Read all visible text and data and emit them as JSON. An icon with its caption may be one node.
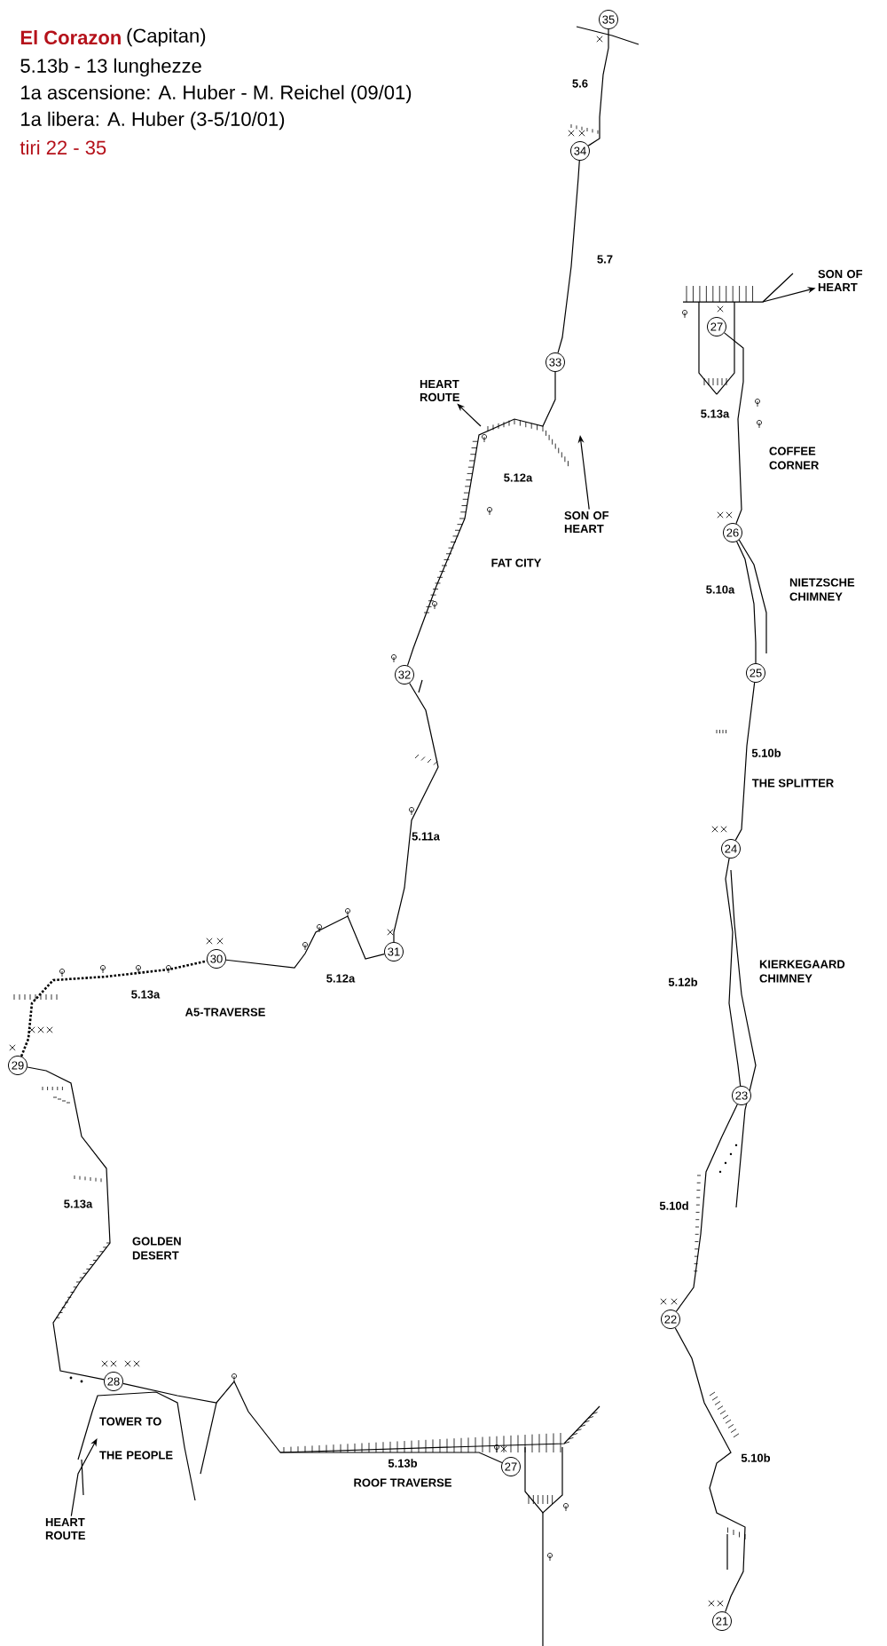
{
  "diagram": {
    "title": "El Corazon",
    "nodes": [
      {
        "text": [
          "21"
        ]
      },
      {
        "text": [
          "22"
        ]
      },
      {
        "text": [
          "23"
        ]
      },
      {
        "text": [
          "24"
        ]
      },
      {
        "text": [
          "25"
        ]
      },
      {
        "text": [
          "26"
        ]
      },
      {
        "text": [
          "27"
        ]
      },
      {
        "text": [
          "27"
        ]
      },
      {
        "text": [
          "28"
        ]
      },
      {
        "text": [
          "29"
        ]
      },
      {
        "text": [
          "30"
        ]
      },
      {
        "text": [
          "31"
        ]
      },
      {
        "text": [
          "32"
        ]
      },
      {
        "text": [
          "33"
        ]
      },
      {
        "text": [
          "34"
        ]
      },
      {
        "text": [
          "35"
        ]
      },
      {
        "text": [
          "SON OF HEART"
        ]
      },
      {
        "text": [
          "HEART ROUTE"
        ]
      },
      {
        "text": [
          "SON OF HEART"
        ]
      },
      {
        "text": [
          "HEART ROUTE"
        ]
      },
      {
        "text": [
          "TOWER TO THE PEOPLE"
        ]
      }
    ],
    "edges": [
      {
        "from": 0,
        "to": 1,
        "arrow": "none"
      },
      {
        "from": 1,
        "to": 2,
        "arrow": "none"
      },
      {
        "from": 2,
        "to": 3,
        "arrow": "none"
      },
      {
        "from": 3,
        "to": 4,
        "arrow": "none"
      },
      {
        "from": 4,
        "to": 5,
        "arrow": "none"
      },
      {
        "from": 5,
        "to": 6,
        "arrow": "none"
      },
      {
        "from": null,
        "to": 16,
        "arrow": "to"
      },
      {
        "from": 7,
        "to": 8,
        "arrow": "none"
      },
      {
        "from": 8,
        "to": 9,
        "arrow": "none"
      },
      {
        "from": 9,
        "to": 10,
        "arrow": "none",
        "style": "dashed"
      },
      {
        "from": 10,
        "to": 11,
        "arrow": "none"
      },
      {
        "from": 11,
        "to": 12,
        "arrow": "none"
      },
      {
        "from": 12,
        "to": 13,
        "arrow": "none"
      },
      {
        "from": 13,
        "to": 14,
        "arrow": "none"
      },
      {
        "from": 14,
        "to": 15,
        "arrow": "none"
      },
      {
        "from": null,
        "to": 17,
        "arrow": "to"
      },
      {
        "from": 18,
        "to": null,
        "arrow": "to"
      },
      {
        "from": 19,
        "to": 20,
        "arrow": "to"
      }
    ],
    "labels": [
      "(Capitan)",
      "5.13b - 13 lunghezze",
      "1a ascensione: A. Huber - M. Reichel (09/01)",
      "1a libera: A. Huber (3-5/10/01)",
      "tiri 22 - 35",
      "5.6",
      "5.7",
      "5.12a",
      "FAT CITY",
      "5.13a",
      "COFFEE CORNER",
      "5.10a",
      "NIETZSCHE CHIMNEY",
      "5.10b",
      "THE SPLITTER",
      "KIERKEGAARD CHIMNEY",
      "5.12b",
      "5.11a",
      "5.12a",
      "5.13a",
      "A5-TRAVERSE",
      "5.13a",
      "GOLDEN DESERT",
      "5.10d",
      "5.13b",
      "ROOF TRAVERSE",
      "5.10b"
    ]
  }
}
